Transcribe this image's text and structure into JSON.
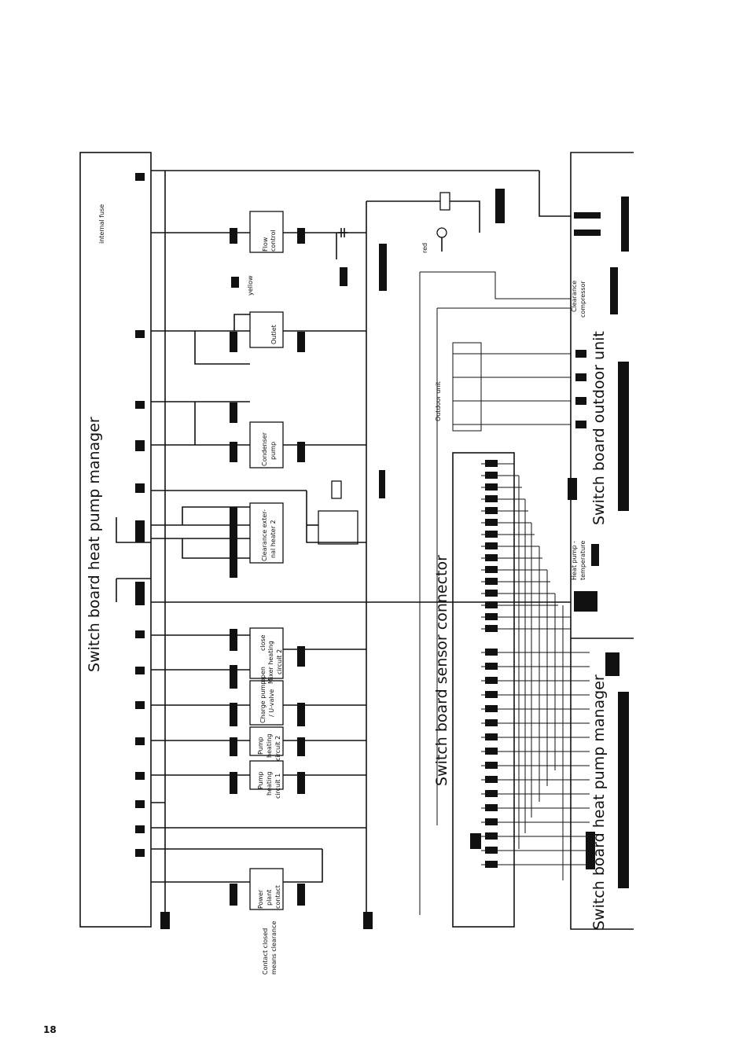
{
  "page_number": "18",
  "boards": {
    "heat_pump_manager": "Switch board heat pump manager",
    "sensor_connector": "Switch board sensor connector",
    "outdoor_unit": "Switch board outdoor unit",
    "heat_pump_manager_2": "Switch board heat pump manager"
  },
  "components": {
    "internal_fuse": "internal fuse",
    "flow_control": [
      "Flow",
      "control"
    ],
    "yellow": "yellow",
    "red": "red",
    "outlet": "Outlet",
    "condenser_pump": [
      "Condenser",
      "pump"
    ],
    "clearance_heater": [
      "Clearance exter-",
      "nal heater 2"
    ],
    "mixer_close": "close",
    "mixer_label": [
      "Mixer heating",
      "circuit 2"
    ],
    "mixer_open": "open",
    "charge_pump": [
      "Charge pump",
      "/ U-valve"
    ],
    "pump_hc2": [
      "Pump",
      "heating",
      "circuit 2"
    ],
    "pump_hc1": [
      "Pump",
      "heating",
      "circuit 1"
    ],
    "power_plant": [
      "Power",
      "plant",
      "contact"
    ],
    "contact_closed": [
      "Contact closed",
      "means clearance"
    ],
    "outdoor_unit": "Outdoor unit",
    "clearance_compressor": [
      "Clearance",
      "compressor"
    ],
    "heat_pump_temperature": [
      "Heat pump -",
      "temperature"
    ]
  }
}
